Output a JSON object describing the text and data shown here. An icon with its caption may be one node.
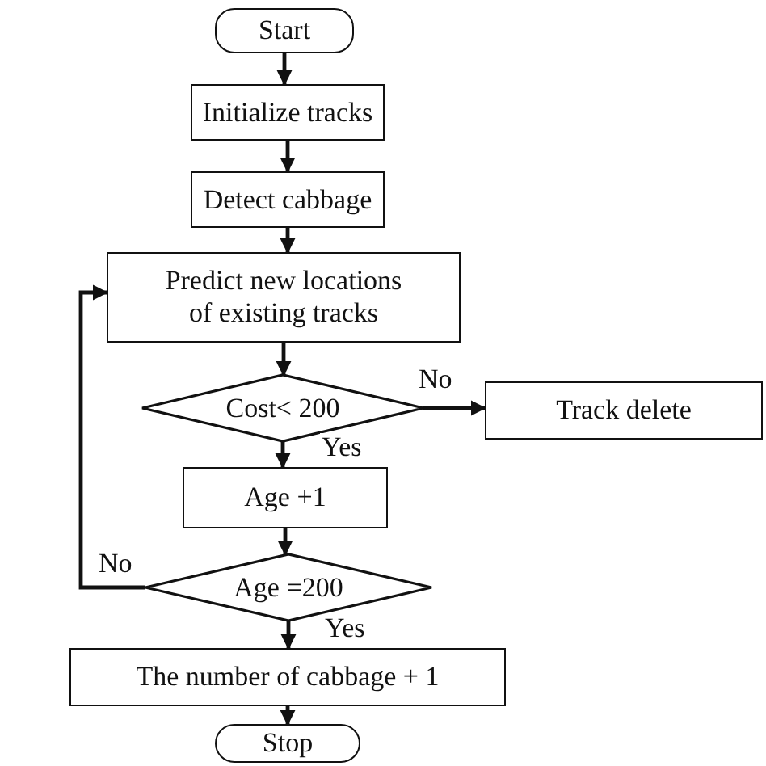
{
  "diagram": {
    "nodes": [
      {
        "text": [
          "Start"
        ]
      },
      {
        "text": [
          "Initialize tracks"
        ]
      },
      {
        "text": [
          "Detect cabbage"
        ]
      },
      {
        "text": [
          "Predict new locations of existing tracks"
        ]
      },
      {
        "text": [
          "Cost< 200"
        ]
      },
      {
        "text": [
          "Track delete"
        ]
      },
      {
        "text": [
          "Age +1"
        ]
      },
      {
        "text": [
          "Age =200"
        ]
      },
      {
        "text": [
          "The number of cabbage + 1"
        ]
      },
      {
        "text": [
          "Stop"
        ]
      }
    ],
    "edges": [
      {
        "from": 0,
        "to": 1,
        "arrow": "to"
      },
      {
        "from": 1,
        "to": 2,
        "arrow": "to"
      },
      {
        "from": 2,
        "to": 3,
        "arrow": "to"
      },
      {
        "from": 3,
        "to": 4,
        "arrow": "to"
      },
      {
        "from": 4,
        "to": 5,
        "arrow": "to",
        "label": "No"
      },
      {
        "from": 4,
        "to": 6,
        "arrow": "to",
        "label": "Yes"
      },
      {
        "from": 6,
        "to": 7,
        "arrow": "to"
      },
      {
        "from": 7,
        "to": 3,
        "arrow": "to",
        "label": "No"
      },
      {
        "from": 7,
        "to": 8,
        "arrow": "to",
        "label": "Yes"
      },
      {
        "from": 8,
        "to": 9,
        "arrow": "to"
      }
    ]
  }
}
